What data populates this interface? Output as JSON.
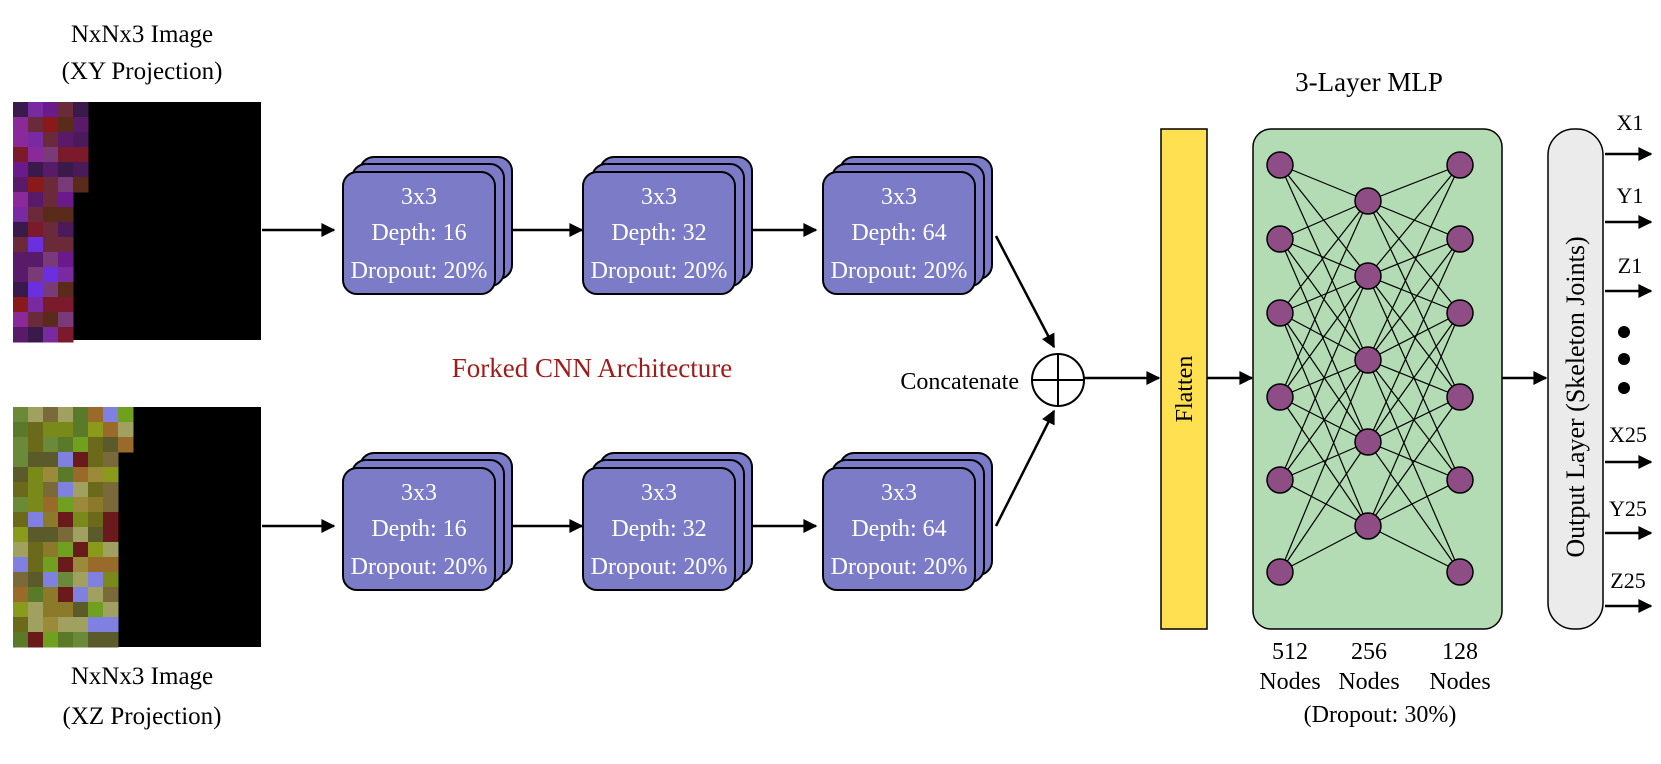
{
  "input_top": {
    "title_line1": "NxNx3 Image",
    "title_line2": "(XY Projection)"
  },
  "input_bottom": {
    "title_line1": "NxNx3 Image",
    "title_line2": "(XZ Projection)"
  },
  "branch_top": [
    {
      "kernel": "3x3",
      "depth": "Depth: 16",
      "dropout": "Dropout: 20%"
    },
    {
      "kernel": "3x3",
      "depth": "Depth: 32",
      "dropout": "Dropout: 20%"
    },
    {
      "kernel": "3x3",
      "depth": "Depth: 64",
      "dropout": "Dropout: 20%"
    }
  ],
  "branch_bottom": [
    {
      "kernel": "3x3",
      "depth": "Depth: 16",
      "dropout": "Dropout: 20%"
    },
    {
      "kernel": "3x3",
      "depth": "Depth: 32",
      "dropout": "Dropout: 20%"
    },
    {
      "kernel": "3x3",
      "depth": "Depth: 64",
      "dropout": "Dropout: 20%"
    }
  ],
  "architecture_label": "Forked CNN Architecture",
  "concat_label": "Concatenate",
  "flatten_label": "Flatten",
  "mlp": {
    "title": "3-Layer MLP",
    "layers": [
      {
        "nodes": "512",
        "unit": "Nodes"
      },
      {
        "nodes": "256",
        "unit": "Nodes"
      },
      {
        "nodes": "128",
        "unit": "Nodes"
      }
    ],
    "dropout": "(Dropout: 30%)"
  },
  "output": {
    "label": "Output Layer (Skeleton Joints)",
    "items": [
      "X1",
      "Y1",
      "Z1",
      "X25",
      "Y25",
      "Z25"
    ]
  },
  "colors": {
    "conv_fill": "#7b7bc8",
    "flatten_fill": "#ffe050",
    "mlp_fill": "#b3dcb4",
    "node_fill": "#8e4d84",
    "output_fill": "#ebebeb",
    "arch_label": "#a01c1c"
  }
}
